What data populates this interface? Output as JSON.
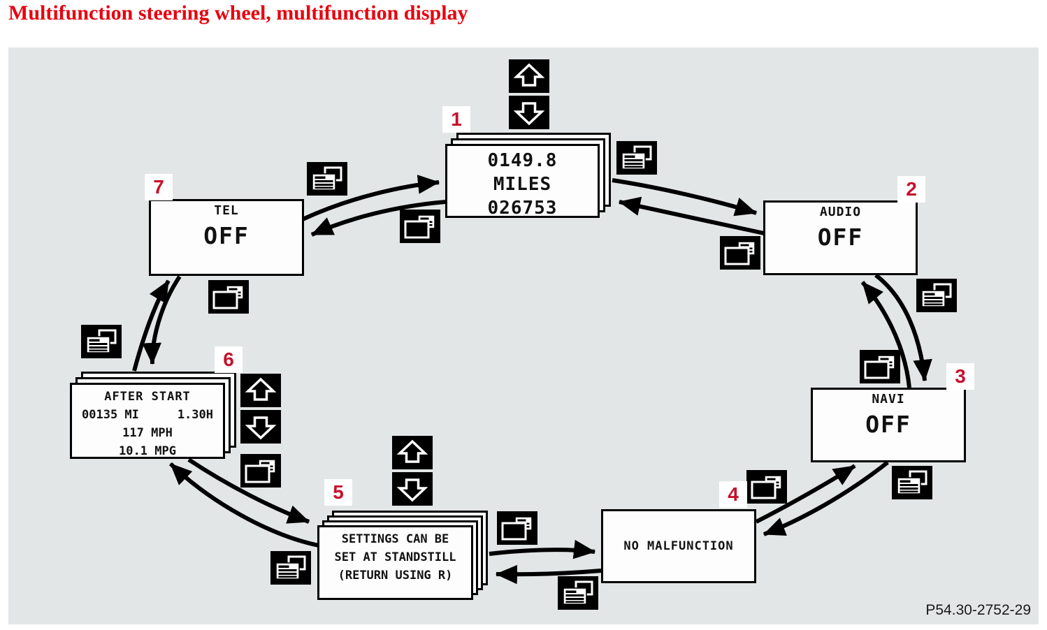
{
  "title": "Multifunction steering wheel, multifunction display",
  "part_code": "P54.30-2752-29",
  "colors": {
    "title_red": "#e8000e",
    "marker_red": "#c5122d",
    "panel_bg": "#e3e6e6"
  },
  "icons": {
    "up_arrow": "scroll-up steering-wheel button",
    "down_arrow": "scroll-down steering-wheel button",
    "page_forward": "page-forward steering-wheel button (lined page in front)",
    "page_back": "page-back steering-wheel button (blank page in front)"
  },
  "displays": {
    "d1": {
      "number": "1",
      "lines": [
        "0149.8",
        "MILES",
        "026753"
      ]
    },
    "d2": {
      "number": "2",
      "header": "AUDIO",
      "value": "OFF"
    },
    "d3": {
      "number": "3",
      "header": "NAVI",
      "value": "OFF"
    },
    "d4": {
      "number": "4",
      "text": "NO MALFUNCTION"
    },
    "d5": {
      "number": "5",
      "lines": [
        "SETTINGS CAN BE",
        "SET AT STANDSTILL",
        "",
        "(RETURN USING R)"
      ]
    },
    "d6": {
      "number": "6",
      "header": "AFTER START",
      "line2_left": "00135 MI",
      "line2_right": "1.30H",
      "line3": "117 MPH",
      "line4": "10.1 MPG"
    },
    "d7": {
      "number": "7",
      "header": "TEL",
      "value": "OFF"
    }
  }
}
